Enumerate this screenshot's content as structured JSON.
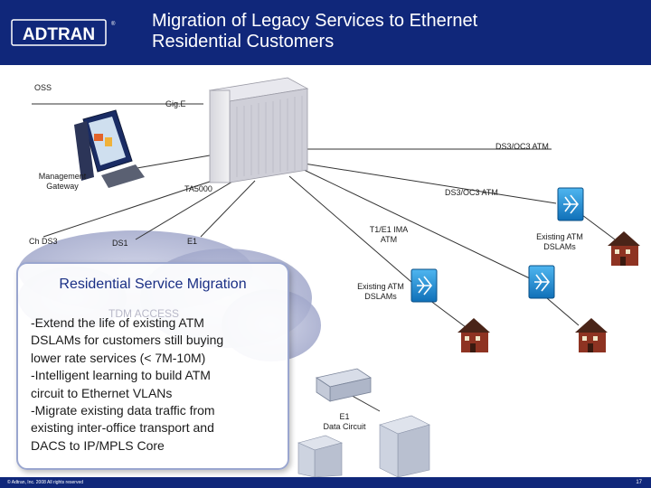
{
  "header": {
    "brand": "ADTRAN",
    "title_line1": "Migration of Legacy Services to Ethernet",
    "title_line2": "Residential Customers"
  },
  "labels": {
    "oss": "OSS",
    "gige": "Gig.E",
    "ds3_oc3_atm_top": "DS3/OC3 ATM",
    "mgmt_line1": "Management",
    "mgmt_line2": "Gateway",
    "ta5000": "TA5000",
    "ds3_oc3_atm_right": "DS3/OC3 ATM",
    "ch_ds3": "Ch DS3",
    "ds1": "DS1",
    "e1_top": "E1",
    "t1e1_line1": "T1/E1 IMA",
    "t1e1_line2": "ATM",
    "existing_right_line1": "Existing ATM",
    "existing_right_line2": "DSLAMs",
    "existing_mid_line1": "Existing ATM",
    "existing_mid_line2": "DSLAMs",
    "e1_circuit_line1": "E1",
    "e1_circuit_line2": "Data Circuit"
  },
  "callout": {
    "title": "Residential Service Migration",
    "ghost": "TDM ACCESS",
    "lines": [
      "-Extend the life of existing ATM",
      "DSLAMs for customers still buying",
      "lower rate services (< 7M-10M)",
      "-Intelligent learning to build ATM",
      "circuit to Ethernet VLANs",
      "-Migrate existing data traffic from",
      "existing inter-office transport and",
      "DACS to IP/MPLS Core"
    ]
  },
  "footer": {
    "copyright": "© Adtran, Inc. 2008 All rights reserved",
    "page": "17"
  },
  "colors": {
    "header_bg": "#10277a",
    "dslam_blue": "#1e8fd6",
    "callout_title": "#1a2f85"
  }
}
